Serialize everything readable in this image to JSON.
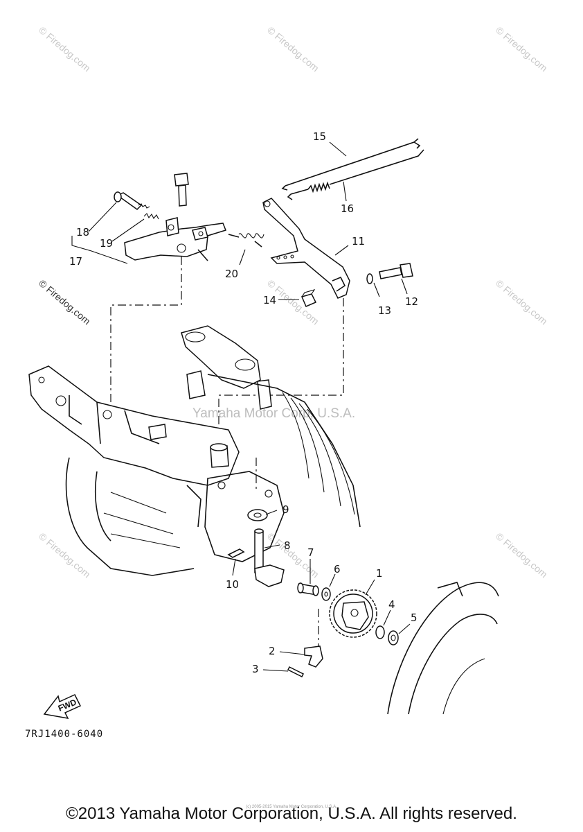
{
  "watermarks": {
    "firedog": "© Firedog.com",
    "center": "Yamaha Motor Corp, U.S.A."
  },
  "callouts": [
    {
      "num": "1"
    },
    {
      "num": "2"
    },
    {
      "num": "3"
    },
    {
      "num": "4"
    },
    {
      "num": "5"
    },
    {
      "num": "6"
    },
    {
      "num": "7"
    },
    {
      "num": "8"
    },
    {
      "num": "9"
    },
    {
      "num": "10"
    },
    {
      "num": "11"
    },
    {
      "num": "12"
    },
    {
      "num": "13"
    },
    {
      "num": "14"
    },
    {
      "num": "15"
    },
    {
      "num": "16"
    },
    {
      "num": "17"
    },
    {
      "num": "18"
    },
    {
      "num": "19"
    },
    {
      "num": "20"
    }
  ],
  "fwd_label": "FWD",
  "diagram_code": "7RJ1400-6040",
  "tiny_copyright": "(c) 2005-2015 Yamaha Motor Corporation, U.S.A.",
  "copyright": "©2013 Yamaha Motor Corporation, U.S.A. All rights reserved."
}
